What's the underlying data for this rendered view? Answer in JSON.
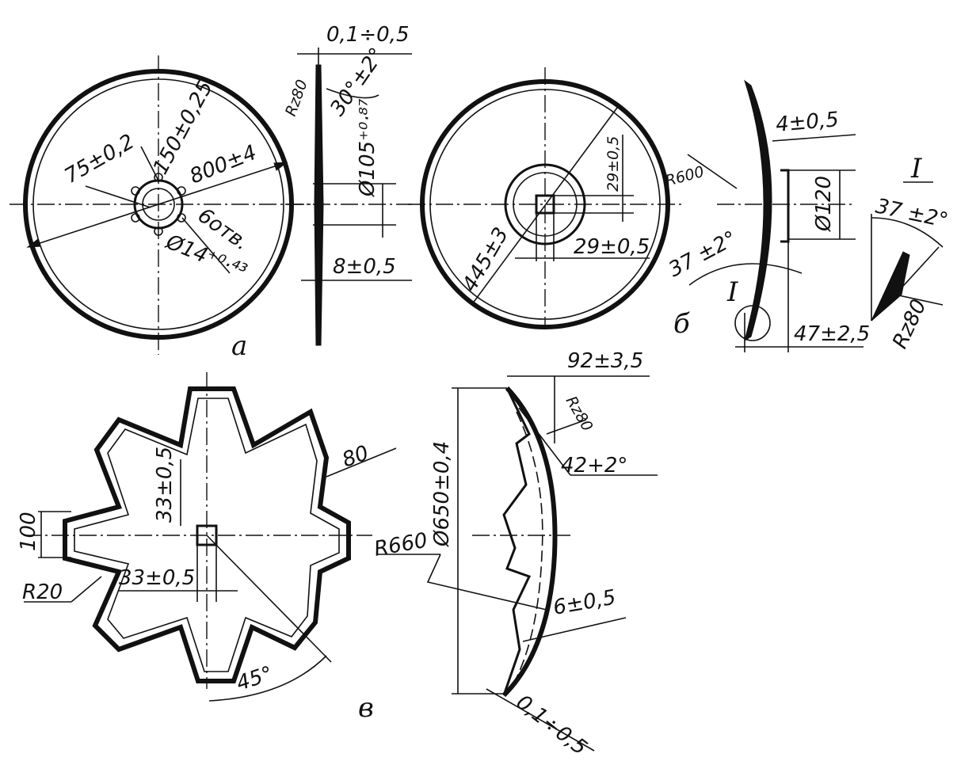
{
  "view_a": {
    "label": "а",
    "dims": {
      "d75": "75±0,2",
      "d150": "150±0,25",
      "d800": "800±4",
      "holes": "6отв.",
      "d14": "Ø14⁺⁰·⁴³",
      "t01": "0,1÷0,5",
      "rz80": "Rz80",
      "ang30": "30°±2°",
      "d105": "Ø105⁺⁰·⁸⁷",
      "t8": "8±0,5"
    }
  },
  "view_b": {
    "label": "б",
    "dims": {
      "d445": "445±3",
      "sq29v": "29±0,5",
      "sq29h": "29±0,5",
      "r600": "R600",
      "t4": "4±0,5",
      "d120": "Ø120",
      "ang37": "37 ±2°",
      "t47": "47±2,5",
      "detail": "I"
    },
    "detail_I": {
      "title": "I",
      "ang37": "37 ±2°",
      "rz80": "Rz80"
    }
  },
  "view_c": {
    "label": "в",
    "dims": {
      "w100": "100",
      "r20": "R20",
      "s33v": "33±0,5",
      "s33h": "33±0,5",
      "n80": "80",
      "ang45": "45°",
      "r660": "R660",
      "d650": "Ø650±0,4",
      "t92": "92±3,5",
      "rz80": "Rz80",
      "ang42": "42+2°",
      "t6": "6±0,5",
      "t01": "0,1÷0,5"
    }
  }
}
